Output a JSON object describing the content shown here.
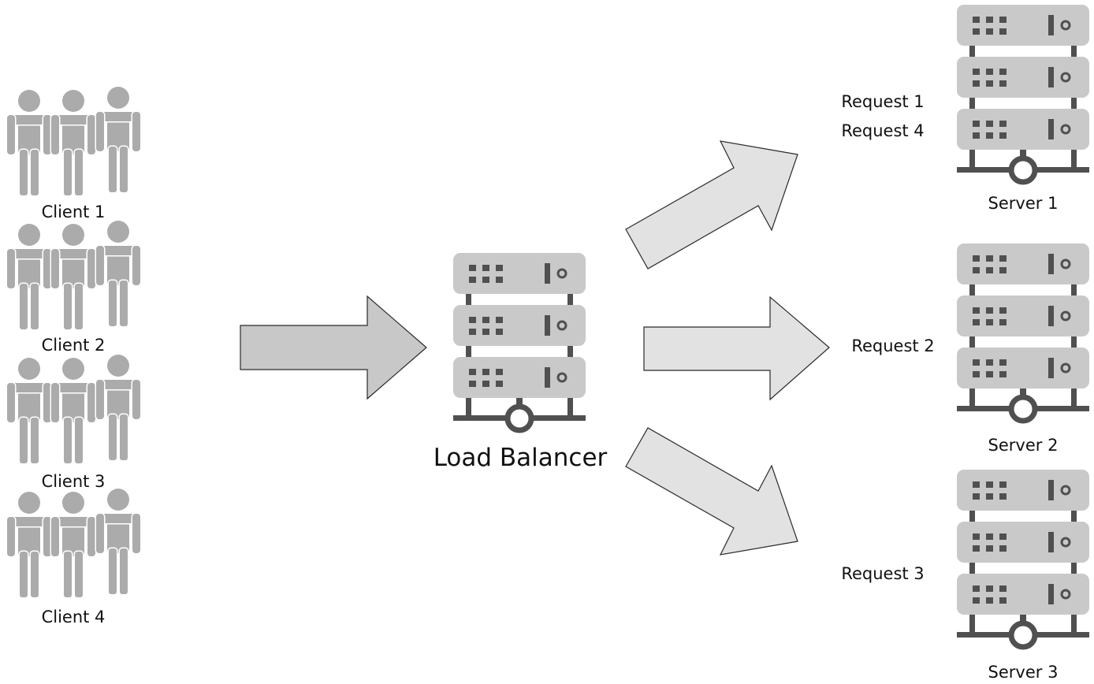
{
  "clients": [
    {
      "label": "Client 1"
    },
    {
      "label": "Client 2"
    },
    {
      "label": "Client 3"
    },
    {
      "label": "Client 4"
    }
  ],
  "load_balancer": {
    "label": "Load Balancer"
  },
  "servers": [
    {
      "label": "Server 1",
      "requests": [
        "Request 1",
        "Request 4"
      ]
    },
    {
      "label": "Server 2",
      "requests": [
        "Request 2"
      ]
    },
    {
      "label": "Server 3",
      "requests": [
        "Request 3"
      ]
    }
  ],
  "colors": {
    "person": "#ababab",
    "server_unit": "#c9c9c9",
    "server_detail": "#505050",
    "arrow_in": "#c8c8c8",
    "arrow_out": "#e2e2e2",
    "arrow_stroke": "#2a2a2a"
  }
}
